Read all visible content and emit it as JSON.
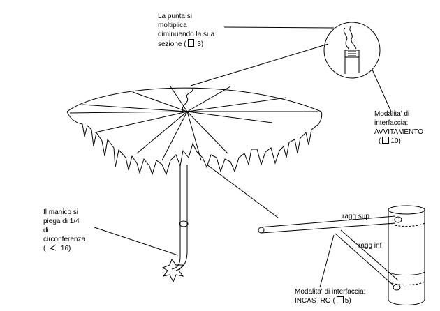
{
  "annotations": {
    "tip": {
      "line1": "La punta si",
      "line2": "moltiplica",
      "line3": "diminuendo la sua",
      "line4_pre": "sezione (",
      "line4_post": " 3)"
    },
    "screw": {
      "line1": "Modalita' di",
      "line2": "interfaccia:",
      "line3": "AVVITAMENTO",
      "line4_pre": "(",
      "line4_post": "10)"
    },
    "handle": {
      "line1": "Il manico si",
      "line2": "piega di 1/4",
      "line3": "di",
      "line4": "circonferenza",
      "line5_pre": "(",
      "line5_post": " 16)"
    },
    "joint": {
      "line1": "Modalita' di interfaccia:",
      "line2_pre": "INCASTRO (",
      "line2_post": "5)"
    }
  },
  "parts": {
    "upper_rib": "ragg sup",
    "lower_rib": "ragg inf"
  }
}
